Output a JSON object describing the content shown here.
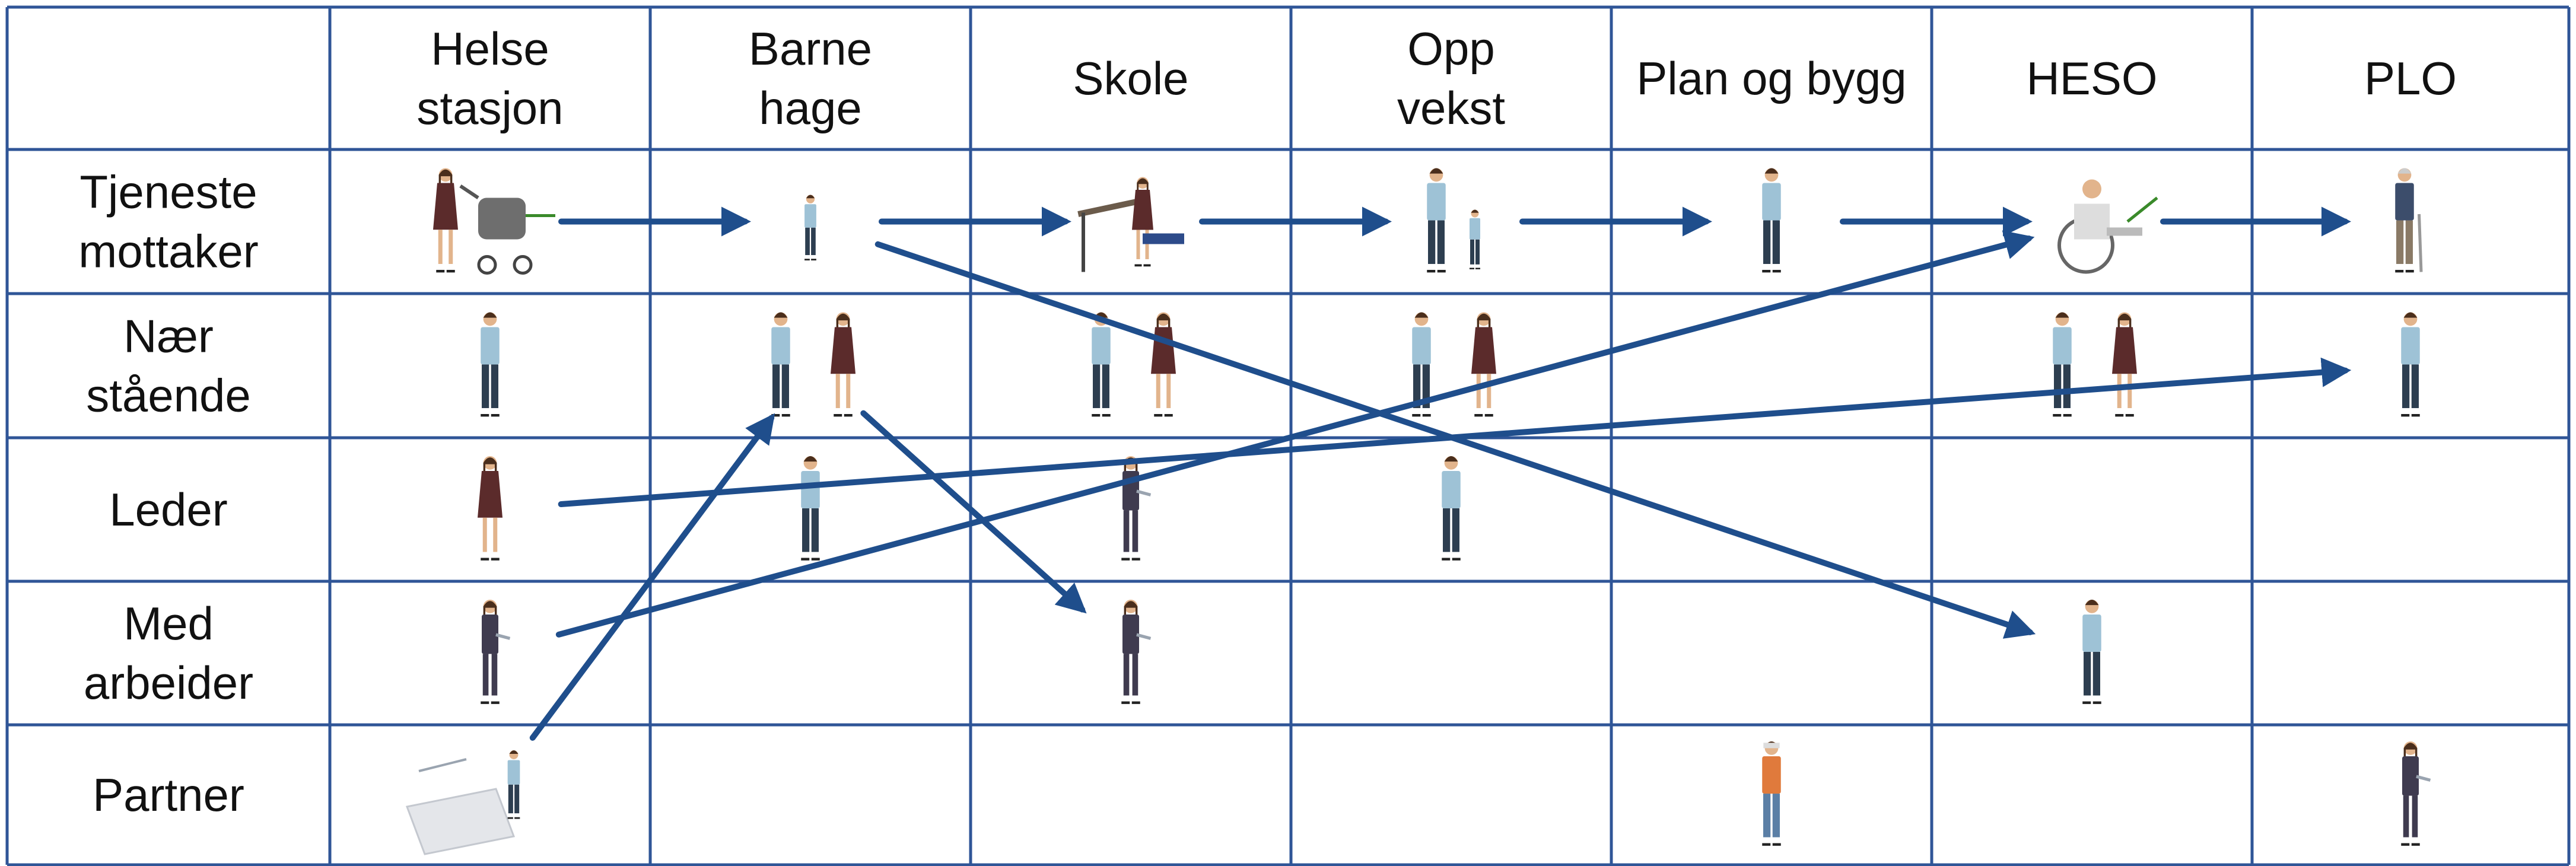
{
  "columns": [
    {
      "lines": [
        "Helse",
        "stasjon"
      ]
    },
    {
      "lines": [
        "Barne",
        "hage"
      ]
    },
    {
      "lines": [
        "Skole"
      ]
    },
    {
      "lines": [
        "Opp",
        "vekst"
      ]
    },
    {
      "lines": [
        "Plan og bygg"
      ]
    },
    {
      "lines": [
        "HESO"
      ]
    },
    {
      "lines": [
        "PLO"
      ]
    }
  ],
  "rows": [
    {
      "lines": [
        "Tjeneste",
        "mottaker"
      ]
    },
    {
      "lines": [
        "Nær",
        "stående"
      ]
    },
    {
      "lines": [
        "Leder"
      ]
    },
    {
      "lines": [
        "Med",
        "arbeider"
      ]
    },
    {
      "lines": [
        "Partner"
      ]
    }
  ],
  "colors": {
    "grid": "#2f5597",
    "arrow": "#1f4e8c"
  },
  "figures": [
    {
      "row": 0,
      "col": 0,
      "icon": "woman-with-stroller-icon"
    },
    {
      "row": 0,
      "col": 1,
      "icon": "child-icon"
    },
    {
      "row": 0,
      "col": 2,
      "icon": "student-at-desk-icon"
    },
    {
      "row": 0,
      "col": 3,
      "icon": "parent-with-child-icon"
    },
    {
      "row": 0,
      "col": 4,
      "icon": "man-icon"
    },
    {
      "row": 0,
      "col": 5,
      "icon": "elderly-in-wheelchair-icon"
    },
    {
      "row": 0,
      "col": 6,
      "icon": "elderly-with-cane-icon"
    },
    {
      "row": 1,
      "col": 0,
      "icon": "man-icon"
    },
    {
      "row": 1,
      "col": 1,
      "icon": "couple-icon"
    },
    {
      "row": 1,
      "col": 2,
      "icon": "couple-icon"
    },
    {
      "row": 1,
      "col": 3,
      "icon": "couple-icon"
    },
    {
      "row": 1,
      "col": 5,
      "icon": "couple-icon"
    },
    {
      "row": 1,
      "col": 6,
      "icon": "man-icon"
    },
    {
      "row": 2,
      "col": 0,
      "icon": "woman-icon"
    },
    {
      "row": 2,
      "col": 1,
      "icon": "man-icon"
    },
    {
      "row": 2,
      "col": 2,
      "icon": "businesswoman-with-tablet-icon"
    },
    {
      "row": 2,
      "col": 3,
      "icon": "man-icon"
    },
    {
      "row": 3,
      "col": 0,
      "icon": "businesswoman-with-tablet-icon"
    },
    {
      "row": 3,
      "col": 2,
      "icon": "businesswoman-with-tablet-icon"
    },
    {
      "row": 3,
      "col": 5,
      "icon": "man-icon"
    },
    {
      "row": 4,
      "col": 0,
      "icon": "reception-desk-icon"
    },
    {
      "row": 4,
      "col": 4,
      "icon": "construction-worker-icon"
    },
    {
      "row": 4,
      "col": 6,
      "icon": "businesswoman-with-tablet-icon"
    }
  ],
  "arrows": [
    {
      "from": [
        0,
        0
      ],
      "to": [
        0,
        1
      ]
    },
    {
      "from": [
        0,
        1
      ],
      "to": [
        0,
        2
      ]
    },
    {
      "from": [
        0,
        2
      ],
      "to": [
        0,
        3
      ]
    },
    {
      "from": [
        0,
        3
      ],
      "to": [
        0,
        4
      ]
    },
    {
      "from": [
        0,
        4
      ],
      "to": [
        0,
        5
      ]
    },
    {
      "from": [
        0,
        5
      ],
      "to": [
        0,
        6
      ]
    },
    {
      "from": [
        0,
        1
      ],
      "to": [
        3,
        5
      ]
    },
    {
      "from": [
        1,
        1
      ],
      "to": [
        3,
        2
      ]
    },
    {
      "from": [
        4,
        0
      ],
      "to": [
        1,
        1
      ]
    },
    {
      "from": [
        2,
        0
      ],
      "to": [
        1,
        6
      ]
    },
    {
      "from": [
        3,
        0
      ],
      "to": [
        0,
        5
      ]
    }
  ]
}
